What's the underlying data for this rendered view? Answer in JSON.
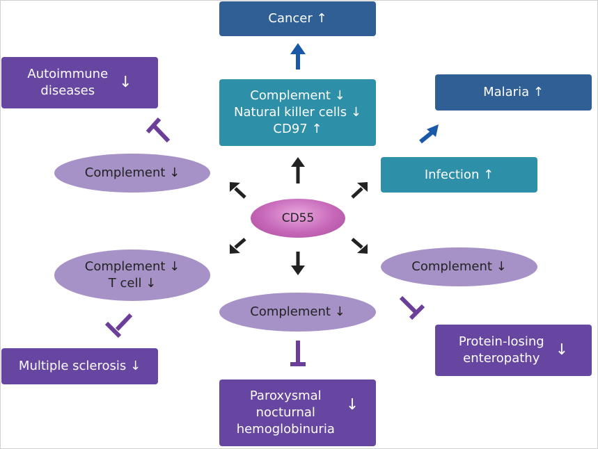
{
  "colors": {
    "dark_blue": "#2f5f94",
    "teal": "#2d8fa8",
    "purple": "#6646a0",
    "lavender": "#a792c7",
    "center_magenta": "#c667b8",
    "black_arrow": "#222222",
    "blue_arrow": "#1a58a8",
    "inhibit": "#6b3e9a"
  },
  "center": {
    "label": "CD55"
  },
  "nodes": {
    "cancer": {
      "label": "Cancer ↑"
    },
    "complement_nk": {
      "lines": [
        "Complement ↓",
        "Natural killer cells ↓",
        "CD97 ↑"
      ]
    },
    "malaria": {
      "label": "Malaria ↑"
    },
    "infection": {
      "label": "Infection ↑"
    },
    "autoimmune": {
      "lines": [
        "Autoimmune",
        "diseases"
      ],
      "arrow": "↓"
    },
    "complement_left_top": {
      "label": "Complement ↓"
    },
    "complement_tcell": {
      "lines": [
        "Complement ↓",
        "T cell ↓"
      ]
    },
    "multiple_sclerosis": {
      "label": "Multiple sclerosis ↓"
    },
    "complement_bottom": {
      "label": "Complement ↓"
    },
    "pnh": {
      "lines": [
        "Paroxysmal",
        "nocturnal",
        "hemoglobinuria"
      ],
      "arrow": "↓"
    },
    "complement_right": {
      "label": "Complement ↓"
    },
    "ple": {
      "lines": [
        "Protein-losing",
        "enteropathy"
      ],
      "arrow": "↓"
    }
  }
}
